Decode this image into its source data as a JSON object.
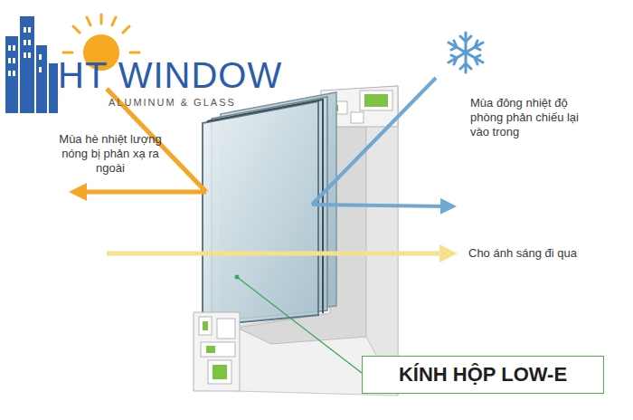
{
  "diagram": {
    "nodes": [
      {
        "text": [
          "KÍNH HỘP LOW-E"
        ]
      }
    ],
    "labels": [
      "HT WINDOW",
      "ALUMINUM & GLASS",
      "Mùa hè nhiệt lượng nóng bị phản xạ ra ngoài",
      "Mùa đông nhiệt độ phòng phản chiếu lại vào trong",
      "Cho ánh sáng đi qua"
    ]
  }
}
